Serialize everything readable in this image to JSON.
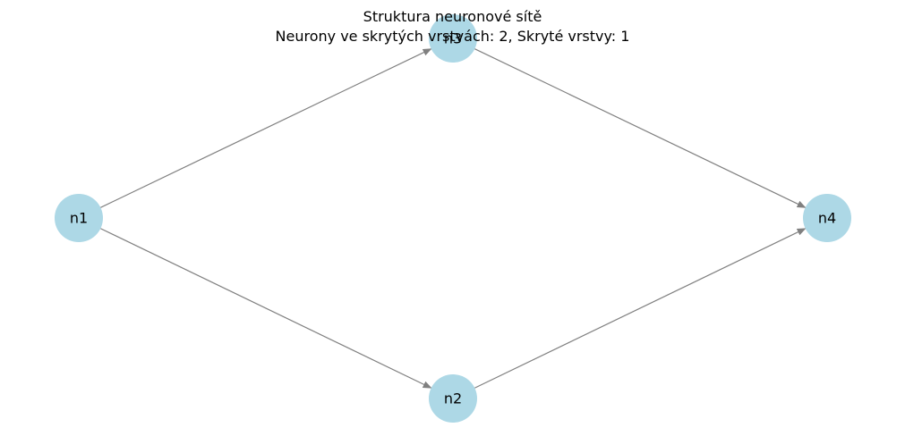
{
  "title": {
    "line1": "Struktura neuronové sítě",
    "line2": "Neurony ve skrytých vrstvách: 2, Skryté vrstvy: 1"
  },
  "colors": {
    "node_fill": "#add8e6",
    "edge": "#808080",
    "text": "#000000"
  },
  "nodes": [
    {
      "id": "n1",
      "label": "n1"
    },
    {
      "id": "n2",
      "label": "n2"
    },
    {
      "id": "n3",
      "label": "n3"
    },
    {
      "id": "n4",
      "label": "n4"
    }
  ],
  "edges": [
    {
      "from": "n1",
      "to": "n3"
    },
    {
      "from": "n1",
      "to": "n2"
    },
    {
      "from": "n3",
      "to": "n4"
    },
    {
      "from": "n2",
      "to": "n4"
    }
  ]
}
